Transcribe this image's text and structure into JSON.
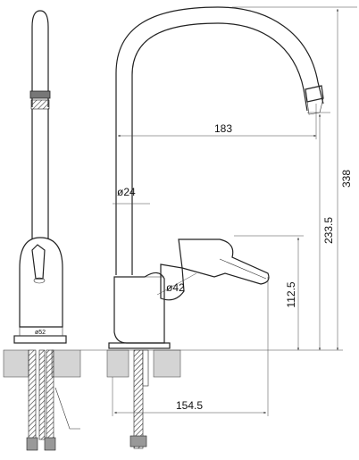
{
  "dimensions": {
    "reach": "183",
    "height_total": "338",
    "spout_diameter": "ø24",
    "outlet_height": "233.5",
    "body_diameter": "ø42",
    "body_height": "112.5",
    "base_diameter": "ø52",
    "base_depth": "154.5"
  }
}
